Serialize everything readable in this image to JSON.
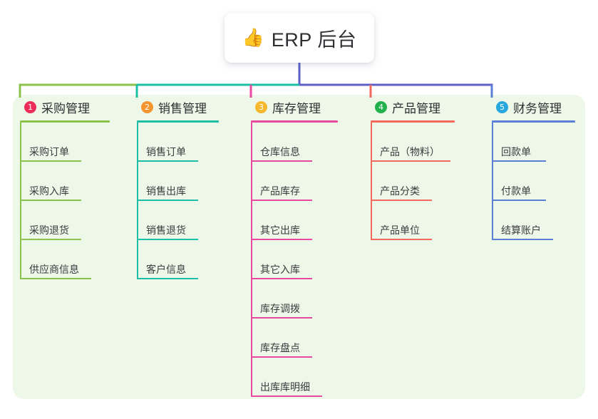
{
  "diagram": {
    "root": {
      "icon": "thumbs-up-icon",
      "icon_glyph": "👍",
      "title": "ERP 后台"
    },
    "panel_color": "#edf8e9",
    "bus_color": "#5b5fc7",
    "columns": [
      {
        "number": "1",
        "badge_color": "#ec2d5a",
        "line_color": "#8bc34a",
        "title": "采购管理",
        "rule_width": 126,
        "items": [
          {
            "label": "采购订单",
            "rule_width": 86
          },
          {
            "label": "采购入库",
            "rule_width": 86
          },
          {
            "label": "采购退货",
            "rule_width": 86
          },
          {
            "label": "供应商信息",
            "rule_width": 100
          }
        ]
      },
      {
        "number": "2",
        "badge_color": "#f5952f",
        "line_color": "#1bbfa5",
        "title": "销售管理",
        "rule_width": 115,
        "items": [
          {
            "label": "销售订单",
            "rule_width": 86
          },
          {
            "label": "销售出库",
            "rule_width": 86
          },
          {
            "label": "销售退货",
            "rule_width": 86
          },
          {
            "label": "客户信息",
            "rule_width": 86
          }
        ]
      },
      {
        "number": "3",
        "badge_color": "#f5b82e",
        "line_color": "#e8499f",
        "title": "库存管理",
        "rule_width": 122,
        "items": [
          {
            "label": "仓库信息",
            "rule_width": 86
          },
          {
            "label": "产品库存",
            "rule_width": 86
          },
          {
            "label": "其它出库",
            "rule_width": 86
          },
          {
            "label": "其它入库",
            "rule_width": 86
          },
          {
            "label": "库存调拨",
            "rule_width": 86
          },
          {
            "label": "库存盘点",
            "rule_width": 86
          },
          {
            "label": "出库库明细",
            "rule_width": 100
          }
        ]
      },
      {
        "number": "4",
        "badge_color": "#22b14c",
        "line_color": "#f4695e",
        "title": "产品管理",
        "rule_width": 118,
        "items": [
          {
            "label": "产品（物料）",
            "rule_width": 112
          },
          {
            "label": "产品分类",
            "rule_width": 86
          },
          {
            "label": "产品单位",
            "rule_width": 86
          }
        ]
      },
      {
        "number": "5",
        "badge_color": "#29a8e0",
        "line_color": "#5b7fd4",
        "title": "财务管理",
        "rule_width": 117,
        "items": [
          {
            "label": "回款单",
            "rule_width": 76
          },
          {
            "label": "付款单",
            "rule_width": 76
          },
          {
            "label": "结算账户",
            "rule_width": 86
          }
        ]
      }
    ]
  }
}
